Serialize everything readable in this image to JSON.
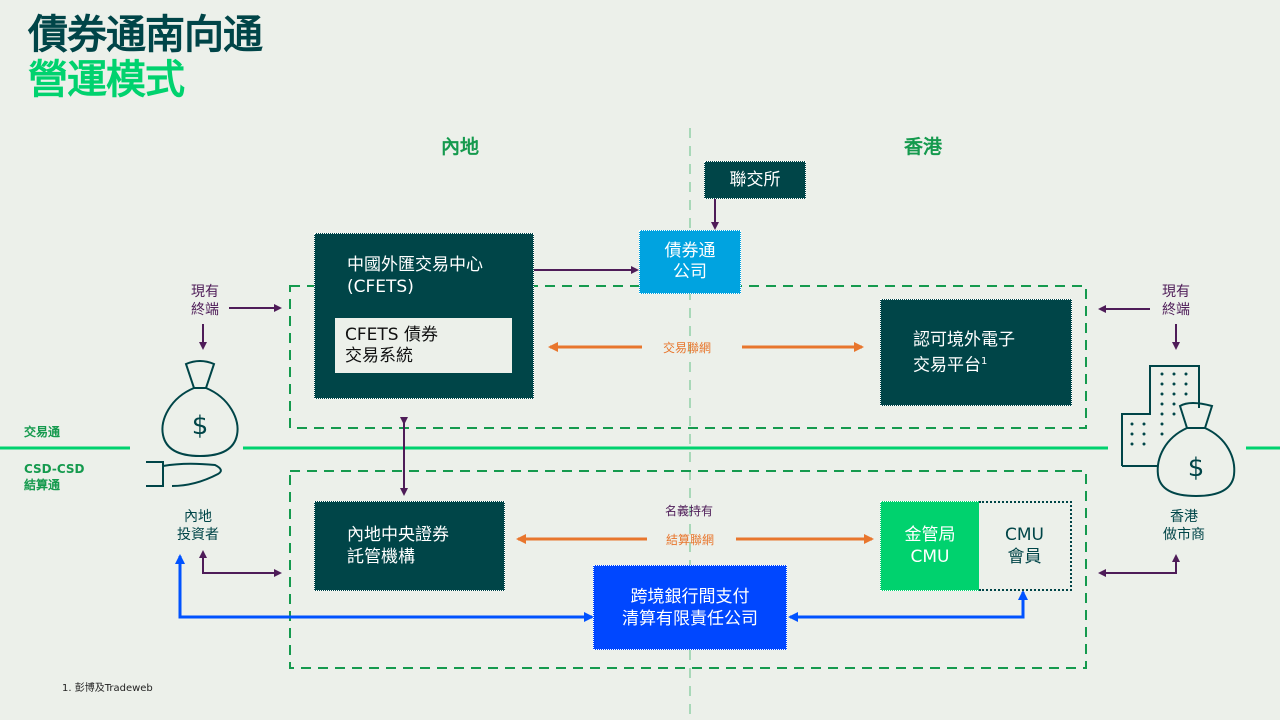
{
  "title": {
    "line1": "債券通南向通",
    "line2": "營運模式"
  },
  "regions": {
    "mainland": "內地",
    "hongkong": "香港"
  },
  "side_labels": {
    "trading_link": "交易通",
    "settlement_line1": "CSD-CSD",
    "settlement_line2": "結算通"
  },
  "boxes": {
    "hkex": "聯交所",
    "bond_connect_line1": "債券通",
    "bond_connect_line2": "公司",
    "cfets_line1": "中國外匯交易中心",
    "cfets_line2": "(CFETS)",
    "cfets_system_line1": "CFETS 債券",
    "cfets_system_line2": "交易系統",
    "offshore_platform_line1": "認可境外電子",
    "offshore_platform_line2": "交易平台",
    "offshore_platform_sup": "1",
    "csd_line1": "內地中央證券",
    "csd_line2": "託管機構",
    "cips_line1": "跨境銀行間支付",
    "cips_line2": "清算有限責任公司",
    "hkma_cmu_line1": "金管局",
    "hkma_cmu_line2": "CMU",
    "cmu_member_line1": "CMU",
    "cmu_member_line2": "會員"
  },
  "connectors": {
    "trading_link": "交易聯網",
    "nominee": "名義持有",
    "settlement_link": "結算聯網"
  },
  "actors": {
    "terminal_left_line1": "現有",
    "terminal_left_line2": "終端",
    "terminal_right_line1": "現有",
    "terminal_right_line2": "終端",
    "mainland_investor_line1": "內地",
    "mainland_investor_line2": "投資者",
    "hk_market_maker_line1": "香港",
    "hk_market_maker_line2": "做市商"
  },
  "icons": {
    "investor": "money-bag-hand-icon",
    "market_maker": "building-money-bag-icon"
  },
  "footnote": "1. 彭博及Tradeweb",
  "colors": {
    "dark_teal": "#004548",
    "bright_green": "#00D26E",
    "dashed_green": "#159A4E",
    "sky_blue": "#00A3E0",
    "royal_blue": "#0047FF",
    "purple": "#4E1C58",
    "orange": "#E8762D"
  }
}
